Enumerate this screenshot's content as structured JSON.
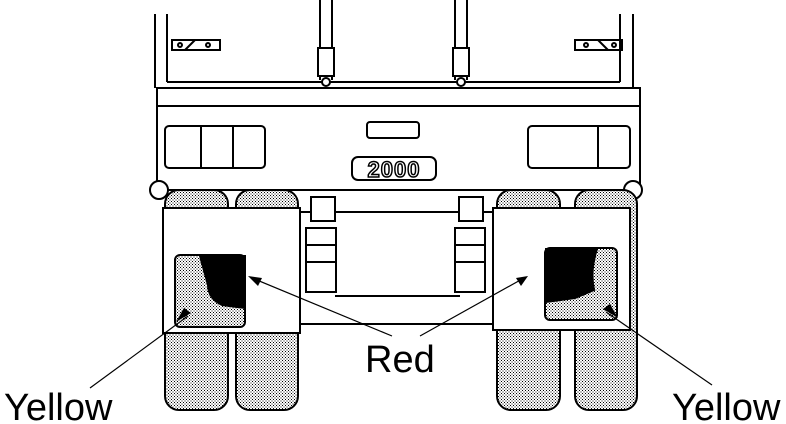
{
  "diagram": {
    "plate_text": "2000",
    "labels": {
      "red": "Red",
      "yellow_left": "Yellow",
      "yellow_right": "Yellow"
    },
    "colors": {
      "line": "#000000",
      "background": "#ffffff"
    }
  }
}
